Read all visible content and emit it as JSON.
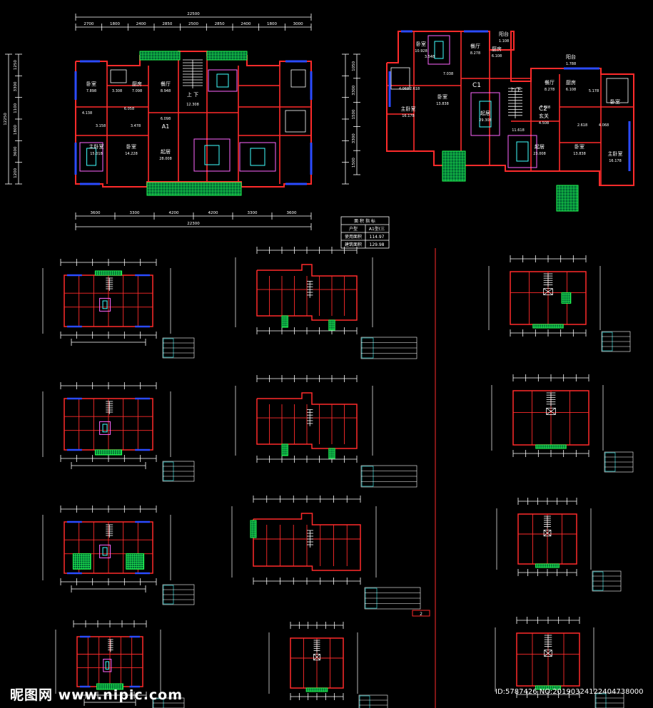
{
  "colors": {
    "background": "#000000",
    "wall": "#ff2b2b",
    "window": "#2b4bff",
    "balcony": "#22ff55",
    "dimension": "#ffffff",
    "table": "#40ffff",
    "furniture": "#ff66ff"
  },
  "plan_a1": {
    "total_top": "22500",
    "top_dims": [
      "2700",
      "1800",
      "2400",
      "2850",
      "2500",
      "2850",
      "2400",
      "1800",
      "3000"
    ],
    "total_bottom": "22300",
    "bottom_dims": [
      "3600",
      "3300",
      "4200",
      "4200",
      "3300",
      "3600"
    ],
    "left_total": "12250",
    "left_dims": [
      "1250",
      "3300",
      "1100",
      "1800",
      "3600",
      "1200"
    ],
    "unit_label": "A1",
    "rooms": [
      {
        "name": "卧室",
        "area": "7.898"
      },
      {
        "name": "",
        "area": "3.308"
      },
      {
        "name": "厨房",
        "area": "7.098"
      },
      {
        "name": "餐厅",
        "area": "8.948"
      },
      {
        "name": "",
        "area": "6.058"
      },
      {
        "name": "",
        "area": "4.138"
      },
      {
        "name": "",
        "area": "3.158"
      },
      {
        "name": "",
        "area": "3.478"
      },
      {
        "name": "",
        "area": "6.098"
      },
      {
        "name": "主卧室",
        "area": "15.018"
      },
      {
        "name": "卧室",
        "area": "14.228"
      },
      {
        "name": "起居",
        "area": "28.008"
      },
      {
        "name": "",
        "area": "12.308"
      }
    ],
    "stair_text": "上 下"
  },
  "plan_c": {
    "left_dims": [
      "1050",
      "3300",
      "1500",
      "3300",
      "1500"
    ],
    "unit_c1": "C1",
    "unit_c2": "C2",
    "rooms": [
      {
        "name": "卧室",
        "area": "10.928"
      },
      {
        "name": "",
        "area": "3.548"
      },
      {
        "name": "餐厅",
        "area": "8.278"
      },
      {
        "name": "厨房",
        "area": "6.108"
      },
      {
        "name": "阳台",
        "area": "1.108"
      },
      {
        "name": "",
        "area": "7.038"
      },
      {
        "name": "",
        "area": "4.068"
      },
      {
        "name": "",
        "area": "2.618"
      },
      {
        "name": "卧室",
        "area": "13.838"
      },
      {
        "name": "主卧室",
        "area": "16.178"
      },
      {
        "name": "起居",
        "area": "29.308"
      },
      {
        "name": "阳台",
        "area": "1.788"
      },
      {
        "name": "餐厅",
        "area": "8.278"
      },
      {
        "name": "厨房",
        "area": "6.108"
      },
      {
        "name": "",
        "area": "5.178"
      },
      {
        "name": "",
        "area": "7.408"
      },
      {
        "name": "",
        "area": "2.618"
      },
      {
        "name": "",
        "area": "4.068"
      },
      {
        "name": "玄关",
        "area": "4.508"
      },
      {
        "name": "",
        "area": "11.618"
      },
      {
        "name": "起居",
        "area": "23.008"
      },
      {
        "name": "卧室",
        "area": "13.838"
      },
      {
        "name": "主卧室",
        "area": "16.178"
      },
      {
        "name": "卧室",
        "area": ""
      }
    ],
    "stair_text": "上 下"
  },
  "area_table": {
    "title": "面 积 指 标",
    "rows": [
      {
        "label": "户型",
        "value": "A1型(三"
      },
      {
        "label": "使用面积",
        "value": "114.97"
      },
      {
        "label": "建筑面积",
        "value": "129.98"
      }
    ]
  },
  "page_number": "2",
  "watermark_left": "昵图网 www.nipic.com",
  "watermark_right": "ID:5787426 NO:20190324122404738000"
}
